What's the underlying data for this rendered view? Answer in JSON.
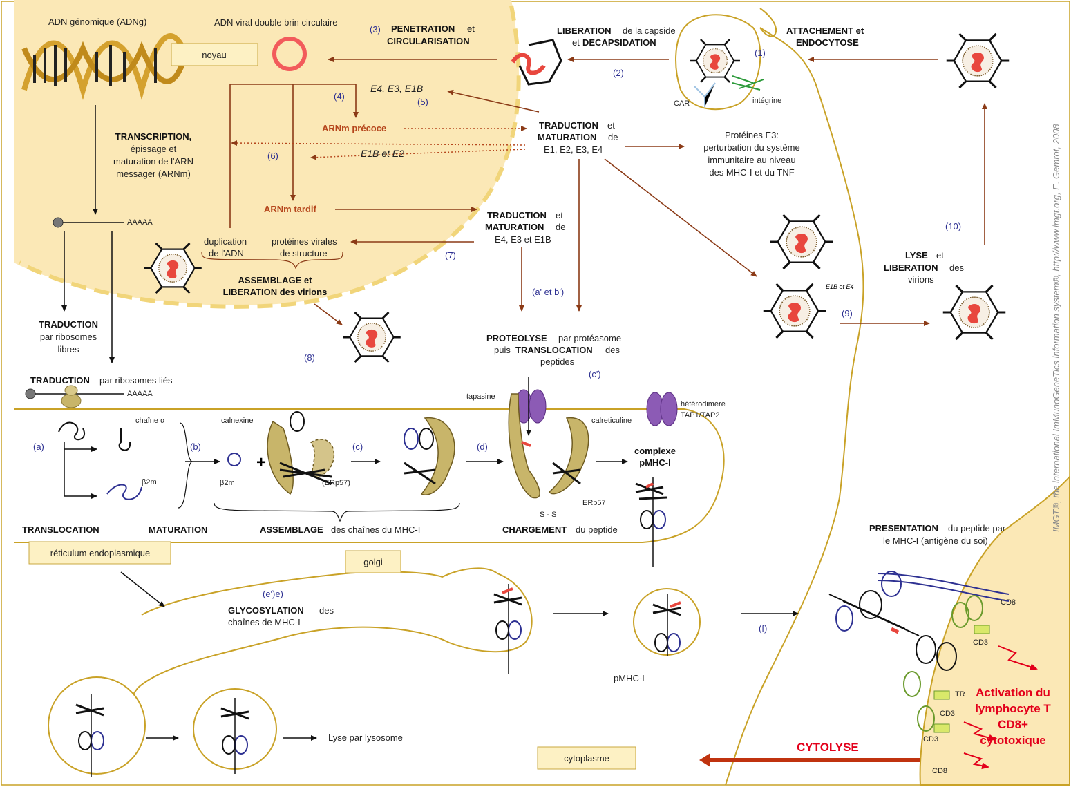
{
  "labels": {
    "adng": "ADN génomique (ADNg)",
    "adn_viral": "ADN viral double brin circulaire",
    "noyau": "noyau",
    "step3_num": "(3)",
    "penetration": "PENETRATION",
    "et": "et",
    "circularisation": "CIRCULARISATION",
    "liberation_capside_b": "LIBERATION",
    "liberation_capside_r": "de la capside",
    "et_decaps_a": "et",
    "decapsidation": "DECAPSIDATION",
    "attachement": "ATTACHEMENT et",
    "endocytose": "ENDOCYTOSE",
    "step1_num": "(1)",
    "step2_num": "(2)",
    "car": "CAR",
    "integrine": "intégrine",
    "e4e3e1b": "E4,  E3,  E1B",
    "step4_num": "(4)",
    "step5_num": "(5)",
    "arnm_precoce": "ARNm précoce",
    "e1b_e2": "E1B et E2",
    "step6_num": "(6)",
    "arnm_tardif": "ARNm tardif",
    "traduction_maturation_b": "TRADUCTION",
    "et2": "et",
    "maturation_b": "MATURATION",
    "de": "de",
    "e1_e4": "E1, E2, E3, E4",
    "prot_e3_1": "Protéines E3:",
    "prot_e3_2": "perturbation du système",
    "prot_e3_3": "immunitaire au niveau",
    "prot_e3_4": "des MHC-I et du TNF",
    "transcription_b": "TRANSCRIPTION,",
    "transcription_2": "épissage et",
    "transcription_3": "maturation de l'ARN",
    "transcription_4": "messager (ARNm)",
    "trad2_b": "TRADUCTION",
    "trad2_mat": "MATURATION",
    "trad2_de": "de",
    "trad2_e": "E4, E3 et E1B",
    "step7_num": "(7)",
    "duplication": "duplication",
    "de_adn": "de l'ADN",
    "prot_virales": "protéines virales",
    "de_structure": "de  structure",
    "assemblage_1": "ASSEMBLAGE et",
    "assemblage_2": "LIBERATION des virions",
    "traduction_libres_b": "TRADUCTION",
    "traduction_libres_2": "par ribosomes",
    "traduction_libres_3": "libres",
    "step8_num": "(8)",
    "ab_num": "(a' et b')",
    "proteolyse_b": "PROTEOLYSE",
    "proteolyse_r": "par protéasome",
    "translocation_pre": "puis",
    "translocation_b": "TRANSLOCATION",
    "translocation_r": "des",
    "peptides": "peptides",
    "c_prime": "(c')",
    "e1b_e4": "E1B et E4",
    "step9_num": "(9)",
    "step10_num": "(10)",
    "lyse_b": "LYSE",
    "lyse_et": "et",
    "liberation_b": "LIBERATION",
    "liberation_des": "des",
    "virions": "virions",
    "trad_lies_b": "TRADUCTION",
    "trad_lies_r": "par ribosomes liés",
    "polyA": "AAAAA",
    "chaine_alpha": "chaîne α",
    "a_num": "(a)",
    "b2m": "β2m",
    "b_num": "(b)",
    "b2m_2": "β2m",
    "calnexine": "calnexine",
    "erp57": "(ERp57)",
    "c_num": "(c)",
    "d_num": "(d)",
    "tapasine": "tapasine",
    "calreticuline": "calreticuline",
    "heterodimere_1": "hétérodimère",
    "heterodimere_2": "TAP1/TAP2",
    "complexe_1": "complexe",
    "complexe_2": "pMHC-I",
    "erp57_2": "ERp57",
    "ss": "S - S",
    "translocation_bottom": "TRANSLOCATION",
    "maturation_bottom": "MATURATION",
    "assemblage_bottom_b": "ASSEMBLAGE",
    "assemblage_bottom_r": "des chaînes du  MHC-I",
    "chargement_b": "CHARGEMENT",
    "chargement_r": "du  peptide",
    "reticulum": "réticulum endoplasmique",
    "golgi": "golgi",
    "e_num": "(e')e)",
    "glyco_b": "GLYCOSYLATION",
    "glyco_r": "des",
    "glyco_2": "chaînes de MHC-I",
    "pmhc": "pMHC-I",
    "f_num": "(f)",
    "lyse_lysosome": "Lyse par lysosome",
    "cytoplasme": "cytoplasme",
    "presentation_b": "PRESENTATION",
    "presentation_r": "du peptide par",
    "presentation_2": "le MHC-I (antigène du soi)",
    "cd8_top": "CD8",
    "cd3_1": "CD3",
    "tr": "TR",
    "cd3_2": "CD3",
    "cd3_3": "CD3",
    "cd8_bottom": "CD8",
    "activation_1": "Activation du",
    "activation_2": "lymphocyte T",
    "activation_3": "CD8+",
    "activation_4": "cytotoxique",
    "cytolyse": "CYTOLYSE",
    "copyright": "IMGT®, the international ImMunoGeneTics information system®, http://www.imgt.org, E. Gemrot, 2008"
  },
  "colors": {
    "nucleus": "#fbe8b6",
    "membrane": "#c9a227",
    "arrow_brown": "#8b3a16",
    "mrna_red": "#b5451b",
    "step_blue": "#2e3192",
    "alert_red": "#e3001b"
  }
}
